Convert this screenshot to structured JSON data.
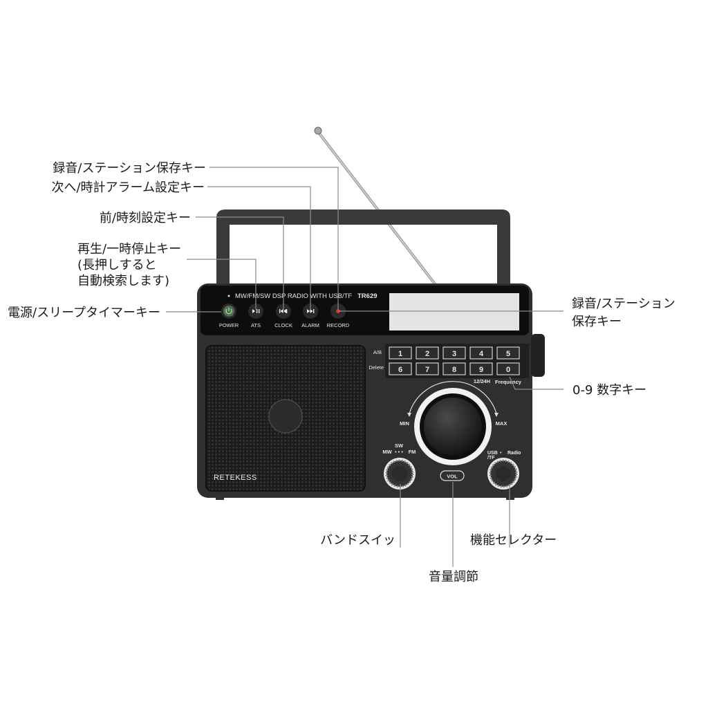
{
  "radio": {
    "model_line": "MW/FM/SW DSP RADIO WITH USB/TF",
    "model": "TR629",
    "brand": "RETEKESS",
    "buttons": [
      {
        "label": "POWER",
        "icon": "power-icon"
      },
      {
        "label": "ATS",
        "icon": "play-pause-icon"
      },
      {
        "label": "CLOCK",
        "icon": "previous-icon"
      },
      {
        "label": "ALARM",
        "icon": "next-icon"
      },
      {
        "label": "RECORD",
        "icon": "record-icon"
      }
    ],
    "keypad": {
      "row1_label": "A/B",
      "row2_label": "Delete",
      "keys": [
        "1",
        "2",
        "3",
        "4",
        "5",
        "6",
        "7",
        "8",
        "9",
        "0"
      ],
      "sub_labels": [
        "12/24H",
        "Frequency"
      ]
    },
    "volume": {
      "min": "MIN",
      "max": "MAX",
      "label": "VOL"
    },
    "band_switch": {
      "top": "SW",
      "left": "MW",
      "right": "FM"
    },
    "function_selector": {
      "left": "USB",
      "left2": "/TF",
      "right": "Radio"
    },
    "colors": {
      "body": "#2f2f2f",
      "panel": "#0d0d0d",
      "display": "#e4e4e4",
      "power_led": "#6fcf6f",
      "record_led": "#d63a2a"
    }
  },
  "callouts": {
    "record_save_left": "録音/ステーション保存キー",
    "next_alarm": "次へ/時計アラーム設定キー",
    "prev_clock": "前/時刻設定キー",
    "play_pause": [
      "再生/一時停止キー",
      "(長押しすると",
      "自動検索します)"
    ],
    "power_sleep": "電源/スリープタイマーキー",
    "record_save_right": [
      "録音/ステーション",
      "保存キー"
    ],
    "number_keys": "0-9 数字キー",
    "band_switch": "バンドスイッ",
    "function_selector": "機能セレクター",
    "volume": "音量調節"
  }
}
